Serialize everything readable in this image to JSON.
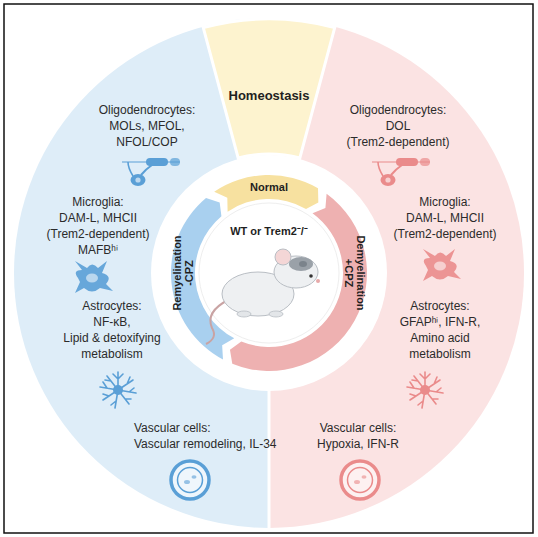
{
  "diagram": {
    "nodes": [
      {
        "text": [
          "Homeostasis"
        ]
      },
      {
        "text": [
          "Normal"
        ]
      },
      {
        "text": [
          "Remyelination",
          "-CPZ"
        ]
      },
      {
        "text": [
          "WT or Trem2⁻/⁻"
        ]
      },
      {
        "text": [
          "Demyelination",
          "+CPZ"
        ]
      }
    ],
    "labels": [
      "Oligodendrocytes:",
      "MOLs, MFOL, NFOL/COP",
      "Microglia:",
      "DAM-L, MHCII",
      "(Trem2-dependent)",
      "MAFBʰⁱ",
      "Astrocytes:",
      "NF-κB,",
      "Lipid & detoxifying metabolism",
      "Vascular cells:",
      "Vascular remodeling, IL-34",
      "Oligodendrocytes:",
      "DOL",
      "(Trem2-dependent)",
      "Microglia:",
      "DAM-L, MHCII",
      "(Trem2-dependent)",
      "Astrocytes:",
      "GFAPʰⁱ, IFN-R,",
      "Amino acid metabolism",
      "Vascular cells:",
      "Hypoxia, IFN-R"
    ]
  }
}
